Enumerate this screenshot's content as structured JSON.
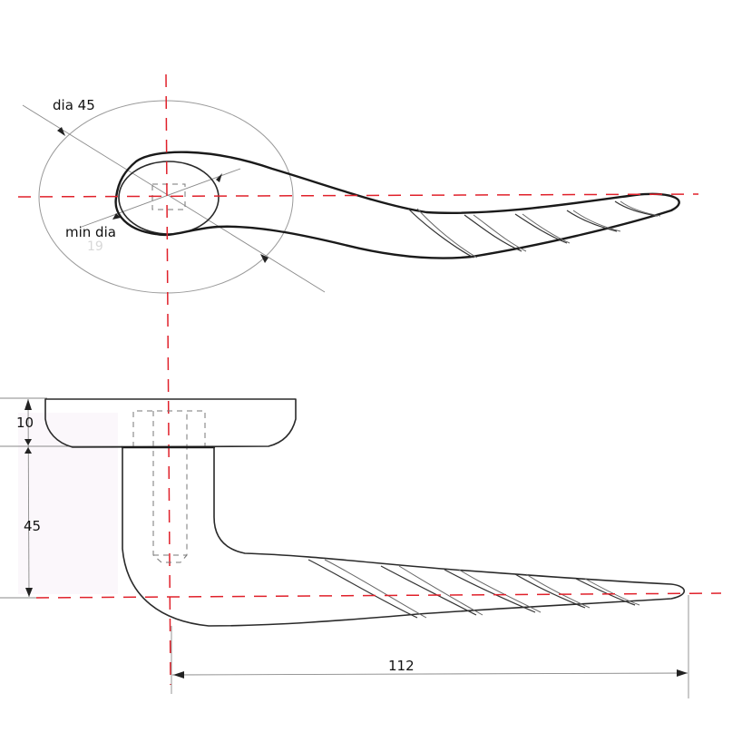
{
  "drawing": {
    "subject": "lever door handle sketch",
    "colors": {
      "paper": "#ffffff",
      "pencil": "#2a2a2a",
      "centerline": "#e0202a",
      "construction": "#9a9a9a"
    },
    "top_view": {
      "labels": {
        "outer_diameter": "dia 45",
        "min_diameter": "min dia",
        "faint_number": "19"
      }
    },
    "side_view": {
      "dimensions": {
        "rose_thickness": "10",
        "stem_height": "45",
        "lever_length": "112"
      }
    }
  }
}
